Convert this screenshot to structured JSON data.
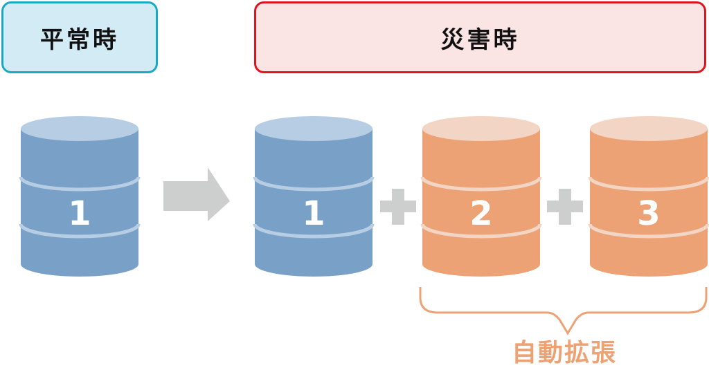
{
  "headers": {
    "normal": "平常時",
    "disaster": "災害時"
  },
  "colors": {
    "blue_body": "#79a1c8",
    "blue_light": "#b6cde3",
    "orange_body": "#eca274",
    "orange_light": "#f2d5c4",
    "connector_gray": "#cdcfcf"
  },
  "cylinders": [
    {
      "label": "1",
      "color": "blue",
      "group": "normal"
    },
    {
      "label": "1",
      "color": "blue",
      "group": "disaster"
    },
    {
      "label": "2",
      "color": "orange",
      "group": "disaster"
    },
    {
      "label": "3",
      "color": "orange",
      "group": "disaster"
    }
  ],
  "icons": {
    "arrow": "arrow-right-icon",
    "plus": "plus-icon",
    "brace": "curly-brace-icon"
  },
  "auto_expand_label": "自動拡張"
}
